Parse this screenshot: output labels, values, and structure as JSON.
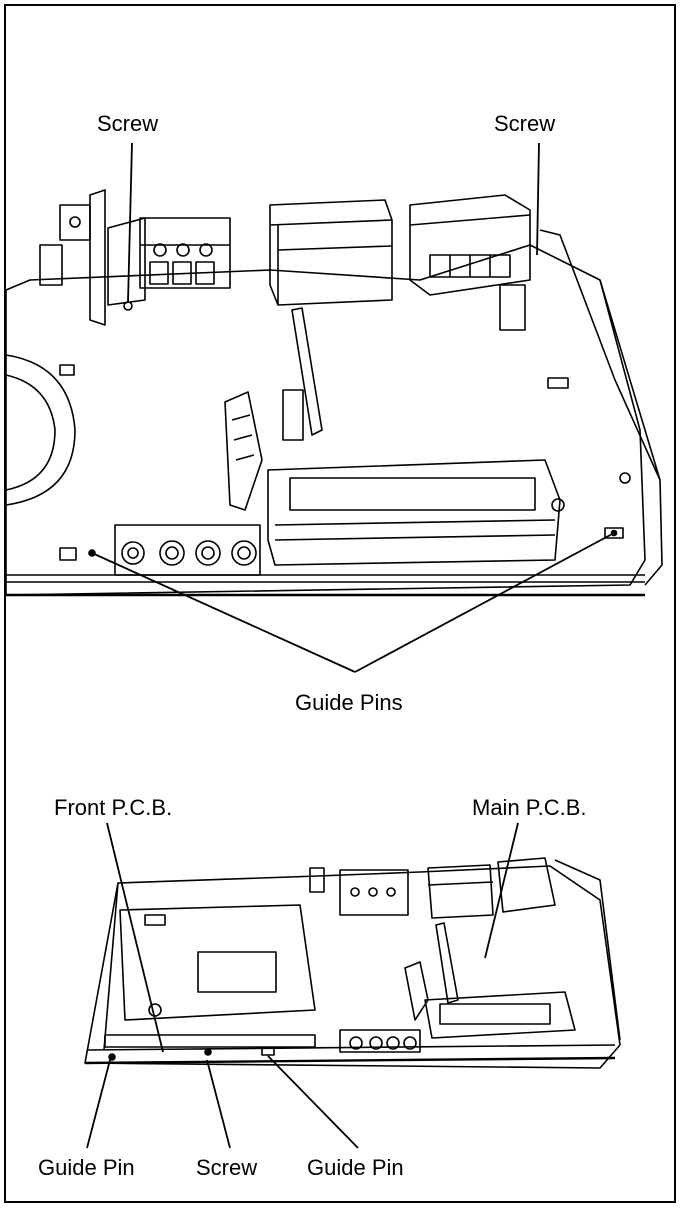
{
  "figure_top": {
    "labels": {
      "screw_left": "Screw",
      "screw_right": "Screw",
      "guide_pins": "Guide Pins"
    }
  },
  "figure_bottom": {
    "labels": {
      "front_pcb": "Front P.C.B.",
      "main_pcb": "Main P.C.B.",
      "guide_pin_left": "Guide Pin",
      "screw": "Screw",
      "guide_pin_right": "Guide Pin"
    }
  },
  "colors": {
    "line": "#000000",
    "background": "#ffffff"
  }
}
